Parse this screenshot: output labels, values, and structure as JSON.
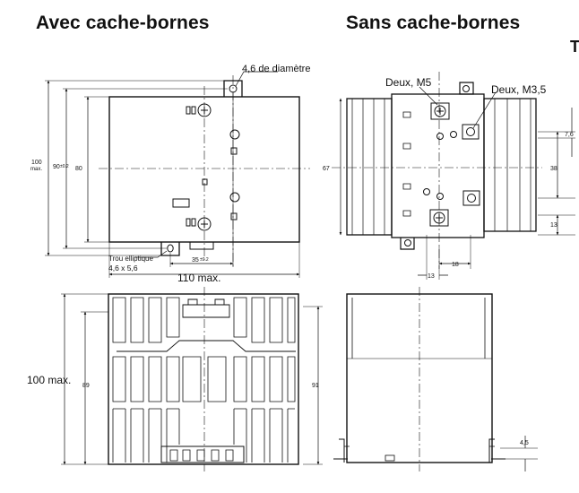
{
  "headings": {
    "with_covers": "Avec cache-bornes",
    "without_covers": "Sans cache-bornes",
    "corner_letter": "T"
  },
  "front_view_with_covers": {
    "hole_callout": "4,6 de diamètre",
    "height_total_value": "100",
    "height_total_suffix": "max.",
    "height_mounting": "90",
    "height_mounting_tol": "±0.2",
    "height_body": "80",
    "slot_callout_line1": "Trou elliptique",
    "slot_callout_line2": "4,6 x 5,6",
    "hole_spacing": "35",
    "hole_spacing_tol": "±0.2",
    "width_total": "110 max."
  },
  "front_view_without_covers": {
    "terminal_callout_m5": "Deux, M5",
    "terminal_callout_m35": "Deux, M3,5",
    "height_fins": "67",
    "dim_right_top": "7,6",
    "dim_right_mid": "38",
    "dim_right_bottom": "13",
    "dim_bottom_inner": "13",
    "dim_bottom_outer": "18"
  },
  "side_view_with_covers": {
    "height_label": "100 max.",
    "height_fins": "89",
    "height_body": "91"
  },
  "side_view_without_covers": {
    "dim_rail": "4,5"
  }
}
